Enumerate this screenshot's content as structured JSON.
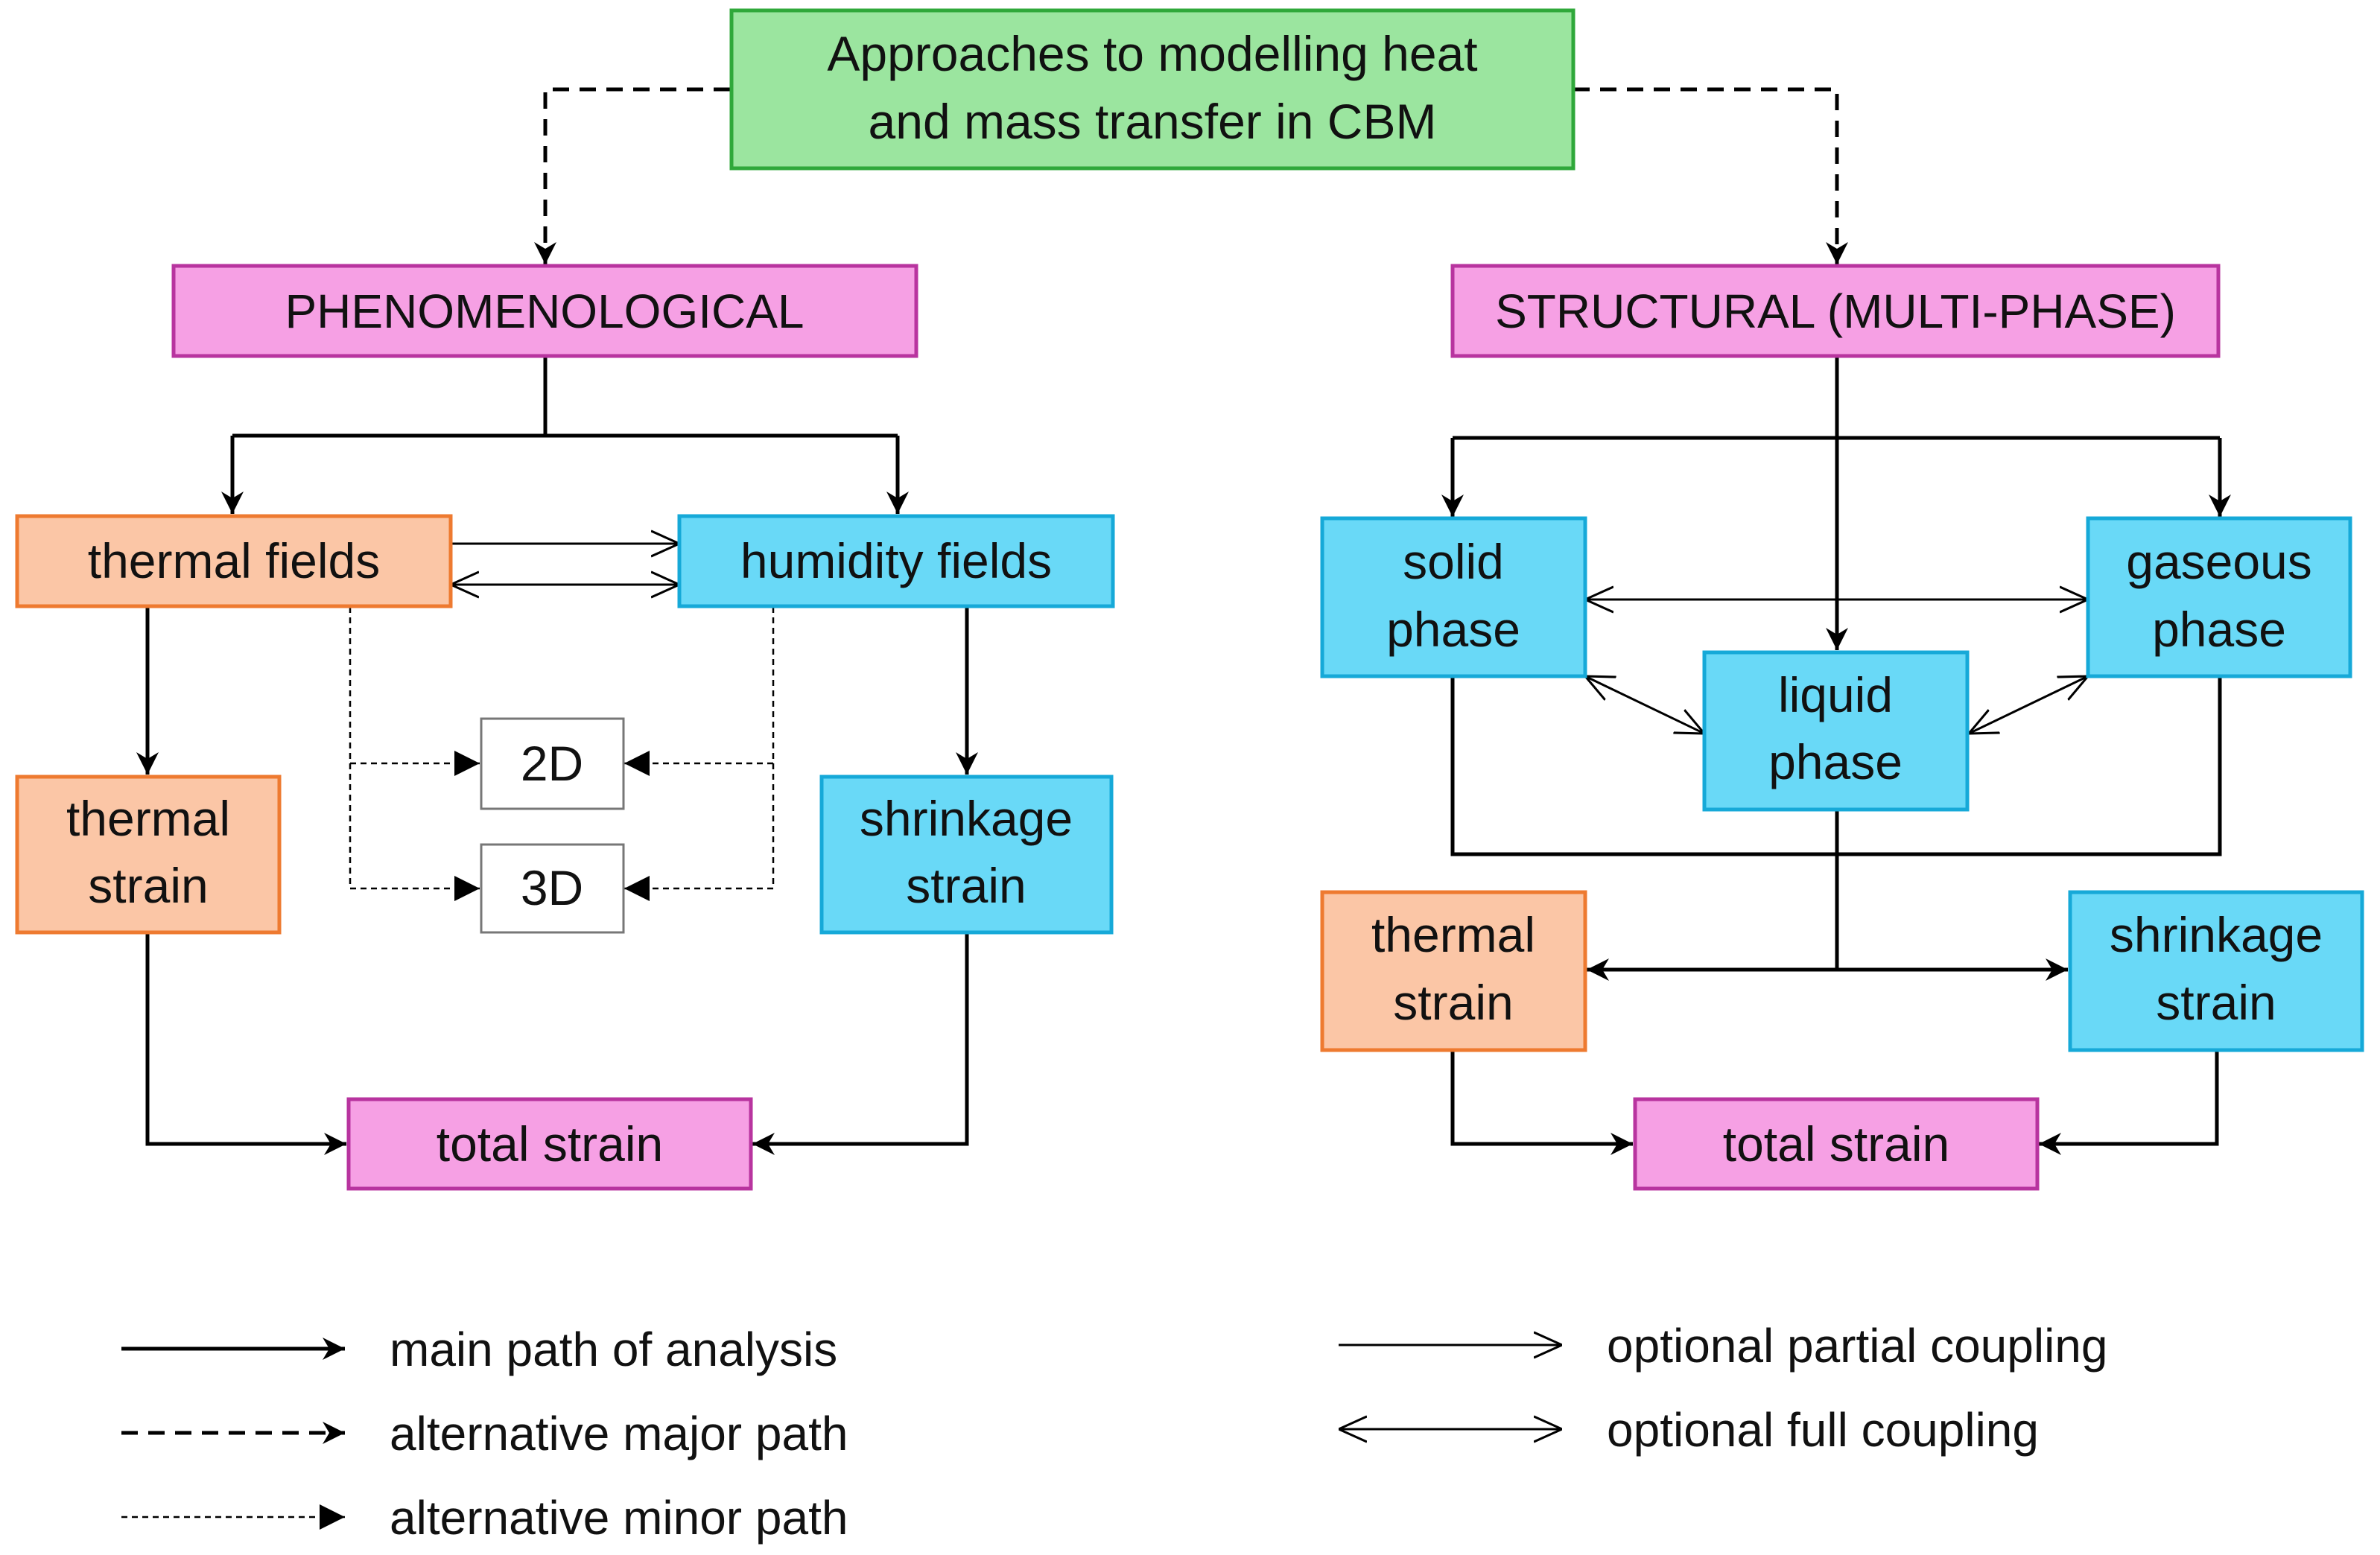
{
  "title": {
    "line1": "Approaches to modelling heat",
    "line2": "and mass transfer in CBM"
  },
  "left": {
    "heading": "PHENOMENOLOGICAL",
    "thermal_fields": "thermal fields",
    "humidity_fields": "humidity fields",
    "thermal_strain": [
      "thermal",
      "strain"
    ],
    "shrinkage_strain": [
      "shrinkage",
      "strain"
    ],
    "dim_2d": "2D",
    "dim_3d": "3D",
    "total_strain": "total strain"
  },
  "right": {
    "heading": "STRUCTURAL (MULTI-PHASE)",
    "solid_phase": [
      "solid",
      "phase"
    ],
    "gaseous_phase": [
      "gaseous",
      "phase"
    ],
    "liquid_phase": [
      "liquid",
      "phase"
    ],
    "thermal_strain": [
      "thermal",
      "strain"
    ],
    "shrinkage_strain": [
      "shrinkage",
      "strain"
    ],
    "total_strain": "total strain"
  },
  "legend": {
    "main_path": "main path of analysis",
    "alt_major": "alternative major path",
    "alt_minor": "alternative minor path",
    "partial_coupling": "optional partial coupling",
    "full_coupling": "optional full coupling"
  },
  "colors": {
    "green_fill": "#9BE59F",
    "green_stroke": "#2FA83A",
    "pink_fill": "#F6A0E4",
    "pink_stroke": "#B8349F",
    "orange_fill": "#FBC6A6",
    "orange_stroke": "#EE7A30",
    "blue_fill": "#69D9F7",
    "blue_stroke": "#16A9D8"
  }
}
